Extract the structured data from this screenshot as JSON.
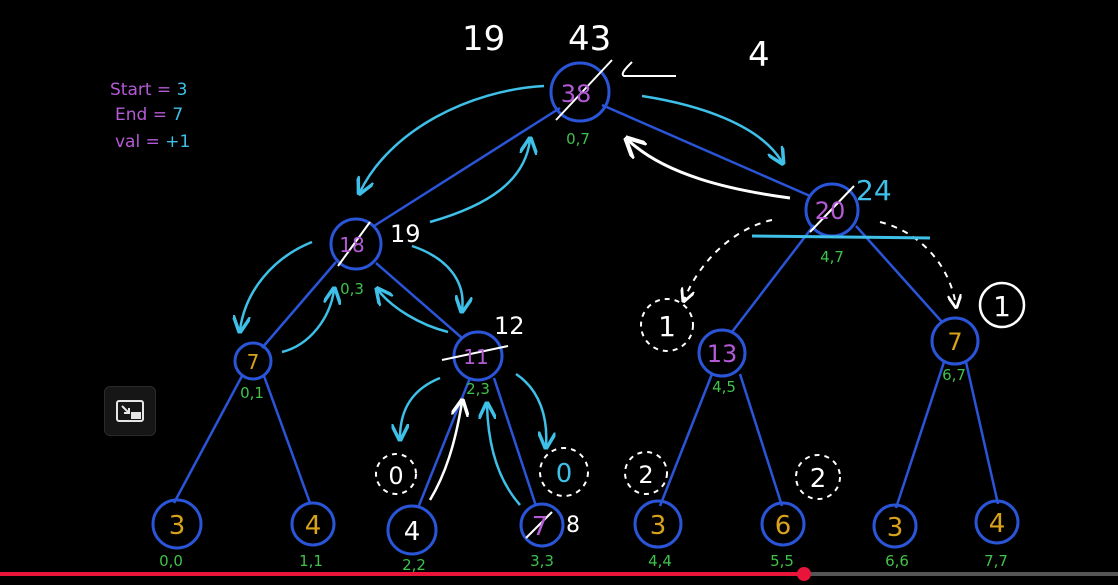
{
  "params": {
    "start_label": "Start = ",
    "start_value": "3",
    "end_label": "End = ",
    "end_value": "7",
    "val_label": "val = ",
    "val_value": "+1"
  },
  "top_numbers": {
    "left": "19",
    "middle": "43",
    "right": "4"
  },
  "nodes": {
    "root": {
      "value": "38",
      "range": "0,7"
    },
    "left": {
      "value": "18",
      "range": "0,3",
      "updated": "19"
    },
    "right": {
      "value": "20",
      "range": "4,7",
      "updated": "24"
    },
    "ll": {
      "value": "7",
      "range": "0,1"
    },
    "lr": {
      "value": "11",
      "range": "2,3",
      "updated": "12"
    },
    "rl": {
      "value": "13",
      "range": "4,5"
    },
    "rr": {
      "value": "7",
      "range": "6,7"
    },
    "leaf0": {
      "value": "3",
      "range": "0,0"
    },
    "leaf1": {
      "value": "4",
      "range": "1,1"
    },
    "leaf2": {
      "value": "4",
      "range": "2,2"
    },
    "leaf3": {
      "value": "7",
      "range": "3,3",
      "updated": "8"
    },
    "leaf4": {
      "value": "3",
      "range": "4,4"
    },
    "leaf5": {
      "value": "6",
      "range": "5,5"
    },
    "leaf6": {
      "value": "3",
      "range": "6,6"
    },
    "leaf7": {
      "value": "4",
      "range": "7,7"
    }
  },
  "lazy": {
    "rl": "1",
    "rr": "1",
    "leaf2": "0",
    "leaf3": "0",
    "leaf4": "2",
    "leaf5": "2"
  },
  "video": {
    "progress": 0.719
  },
  "colors": {
    "edge": "#2a55d8",
    "arrow": "#3ec0e8",
    "purple": "#b45ad6",
    "gold": "#d9a21b",
    "green": "#3fc24b",
    "white": "#ffffff",
    "progress": "#e8143a"
  }
}
